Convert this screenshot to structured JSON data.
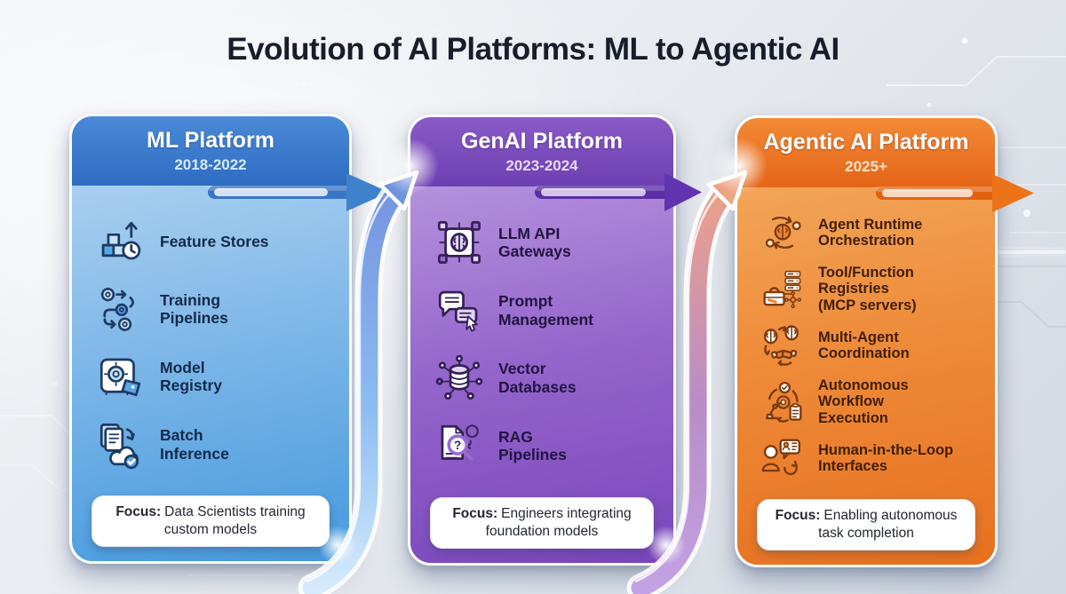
{
  "page_title": "Evolution of AI Platforms: ML to Agentic AI",
  "palette": {
    "background": "#e9ecf1",
    "ml_blue": "#3f86d2",
    "genai_purple": "#7a48be",
    "agentic_orange": "#ec7a24",
    "title_text": "#181d2a",
    "focus_box": "#ffffff"
  },
  "cards": [
    {
      "id": "ml-platform",
      "title": "ML Platform",
      "years": "2018-2022",
      "features": [
        {
          "icon": "feature-stores-icon",
          "label": "Feature Stores"
        },
        {
          "icon": "training-pipelines-icon",
          "label": "Training\nPipelines"
        },
        {
          "icon": "model-registry-icon",
          "label": "Model\nRegistry"
        },
        {
          "icon": "batch-inference-icon",
          "label": "Batch\nInference"
        }
      ],
      "focus_label": "Focus:",
      "focus_text": "Data Scientists training custom models"
    },
    {
      "id": "genai-platform",
      "title": "GenAI Platform",
      "years": "2023-2024",
      "features": [
        {
          "icon": "llm-api-gateways-icon",
          "label": "LLM API\nGateways"
        },
        {
          "icon": "prompt-management-icon",
          "label": "Prompt\nManagement"
        },
        {
          "icon": "vector-databases-icon",
          "label": "Vector\nDatabases"
        },
        {
          "icon": "rag-pipelines-icon",
          "label": "RAG\nPipelines"
        }
      ],
      "focus_label": "Focus:",
      "focus_text": "Engineers integrating foundation models"
    },
    {
      "id": "agentic-ai-platform",
      "title": "Agentic AI Platform",
      "years": "2025+",
      "features": [
        {
          "icon": "agent-runtime-orchestration-icon",
          "label": "Agent Runtime\nOrchestration"
        },
        {
          "icon": "tool-function-registries-icon",
          "label": "Tool/Function\nRegistries\n(MCP servers)"
        },
        {
          "icon": "multi-agent-coordination-icon",
          "label": "Multi-Agent\nCoordination"
        },
        {
          "icon": "autonomous-workflow-execution-icon",
          "label": "Autonomous\nWorkflow\nExecution"
        },
        {
          "icon": "human-in-the-loop-icon",
          "label": "Human-in-the-Loop\nInterfaces"
        }
      ],
      "focus_label": "Focus:",
      "focus_text": "Enabling autonomous task completion"
    }
  ],
  "flow_arrows": [
    {
      "from": "ML Platform",
      "to": "GenAI Platform"
    },
    {
      "from": "GenAI Platform",
      "to": "Agentic AI Platform"
    }
  ]
}
